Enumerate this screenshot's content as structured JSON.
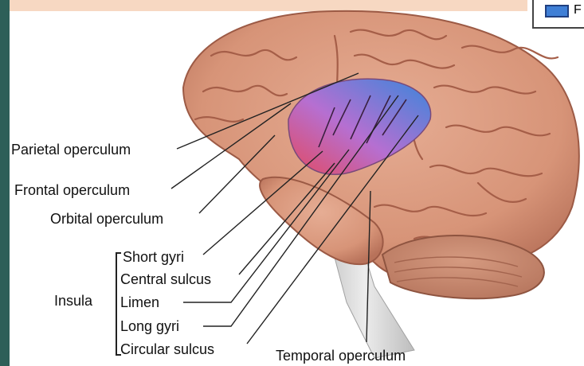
{
  "labels": {
    "parietal": "Parietal operculum",
    "frontal": "Frontal operculum",
    "orbital": "Orbital operculum",
    "insula": "Insula",
    "short_gyri": "Short gyri",
    "central_sulcus": "Central sulcus",
    "limen": "Limen",
    "long_gyri": "Long gyri",
    "circular_sulcus": "Circular sulcus",
    "temporal": "Temporal operculum"
  },
  "legend": {
    "text": "F"
  },
  "colors": {
    "brain": "#d99a80",
    "brain_dark": "#b9705a",
    "insula_red": "#e0506a",
    "insula_purple": "#b06ad0",
    "insula_blue": "#3f86d8",
    "cerebellum": "#c88870",
    "stem": "#c8c8c8",
    "leader": "#222222",
    "sidebar": "#2d5f58"
  }
}
